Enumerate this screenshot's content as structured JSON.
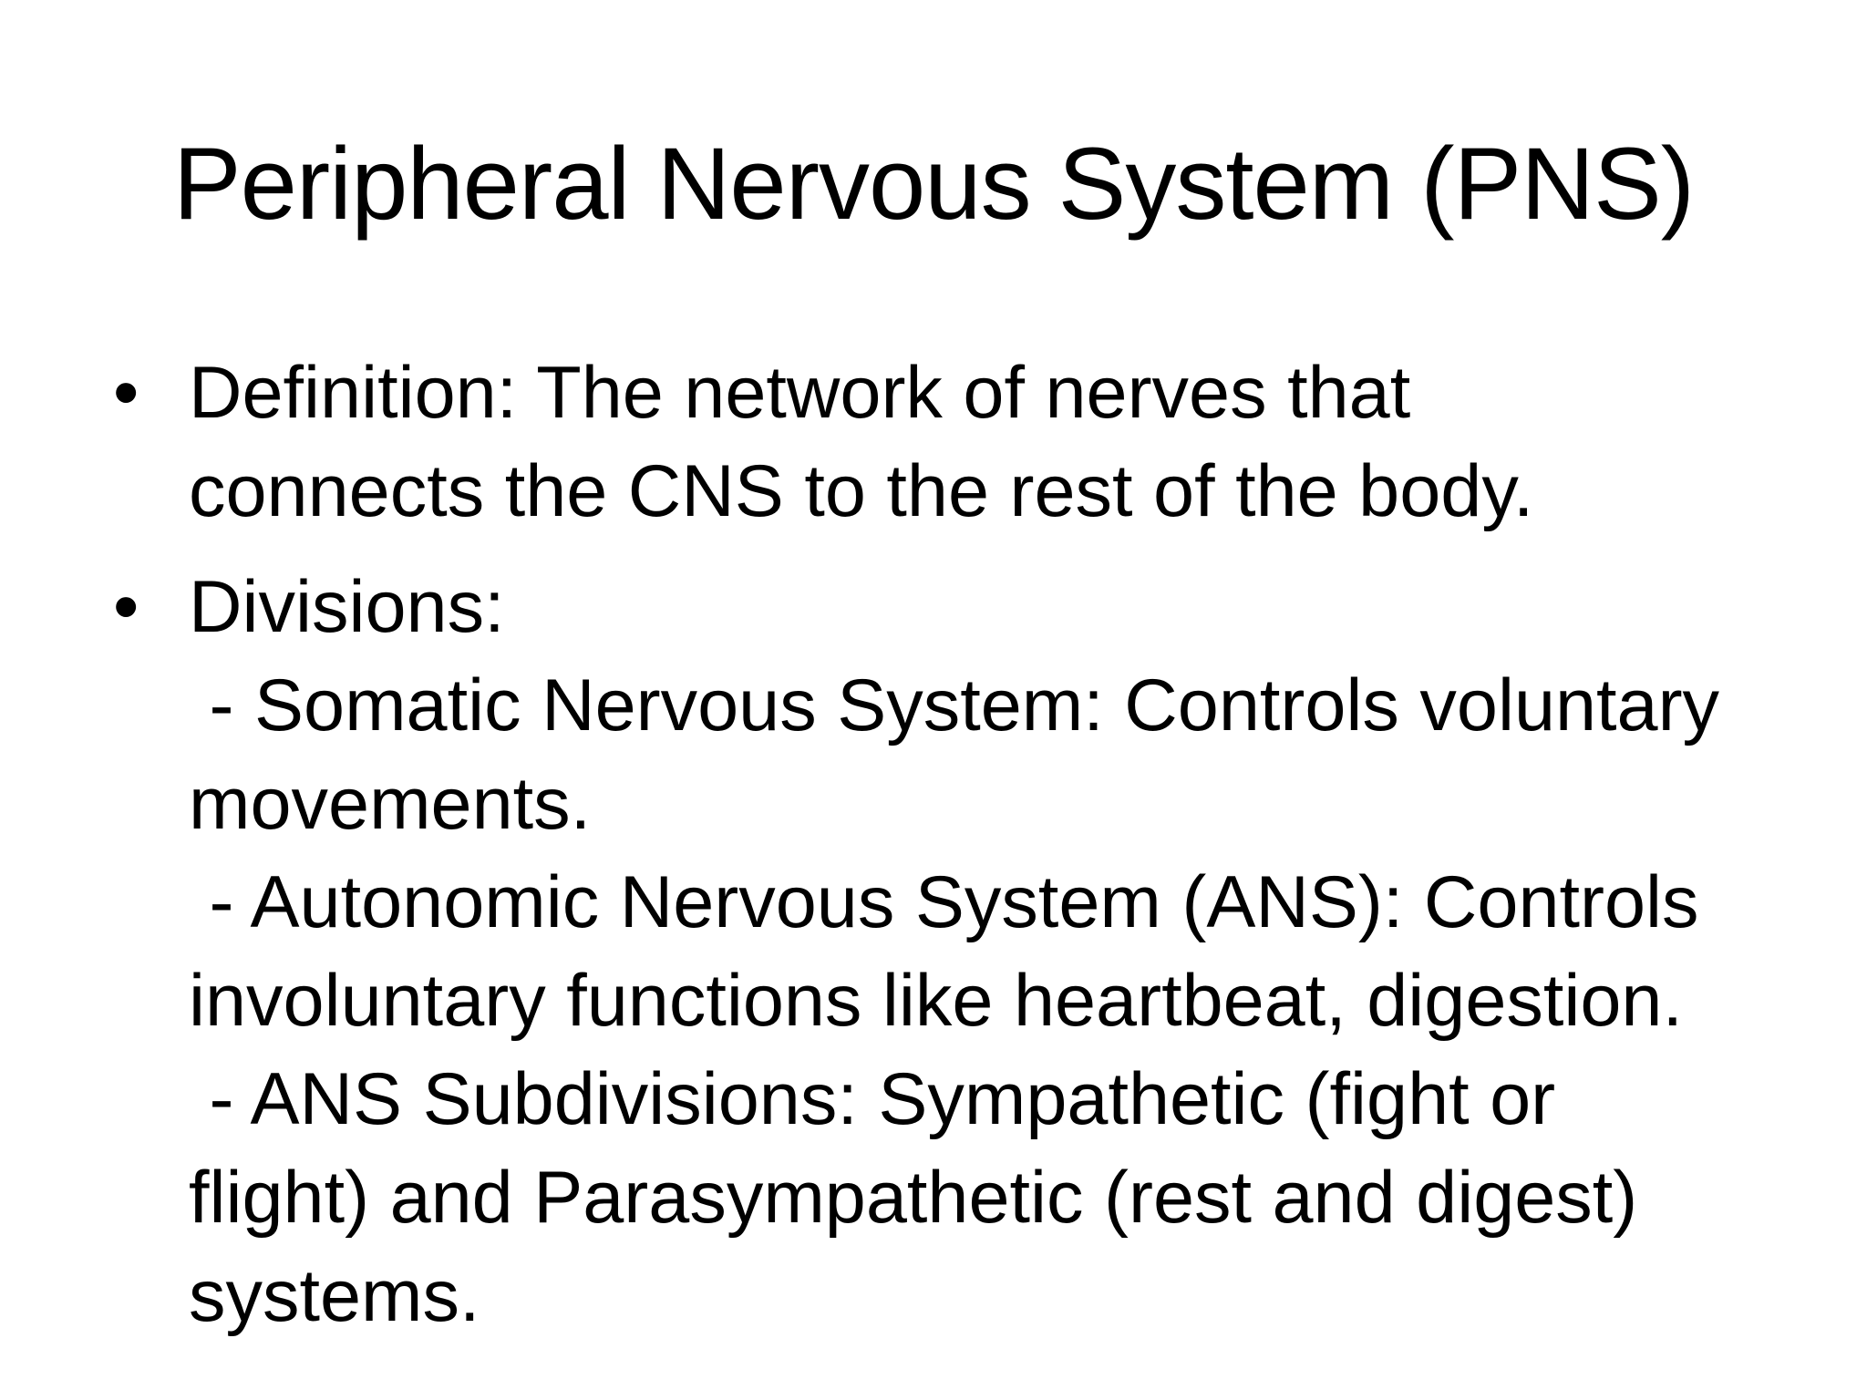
{
  "slide": {
    "background_color": "#ffffff",
    "text_color": "#000000",
    "title": "Peripheral Nervous System (PNS)",
    "bullet_marker": "•",
    "bullets": [
      {
        "text": "Definition: The network of nerves that\nconnects the CNS to the rest of the body."
      },
      {
        "text": "Divisions:\n - Somatic Nervous System: Controls voluntary\nmovements.\n - Autonomic Nervous System (ANS): Controls\ninvoluntary functions like heartbeat, digestion.\n - ANS Subdivisions: Sympathetic (fight or\nflight) and Parasympathetic (rest and digest)\nsystems."
      }
    ]
  }
}
